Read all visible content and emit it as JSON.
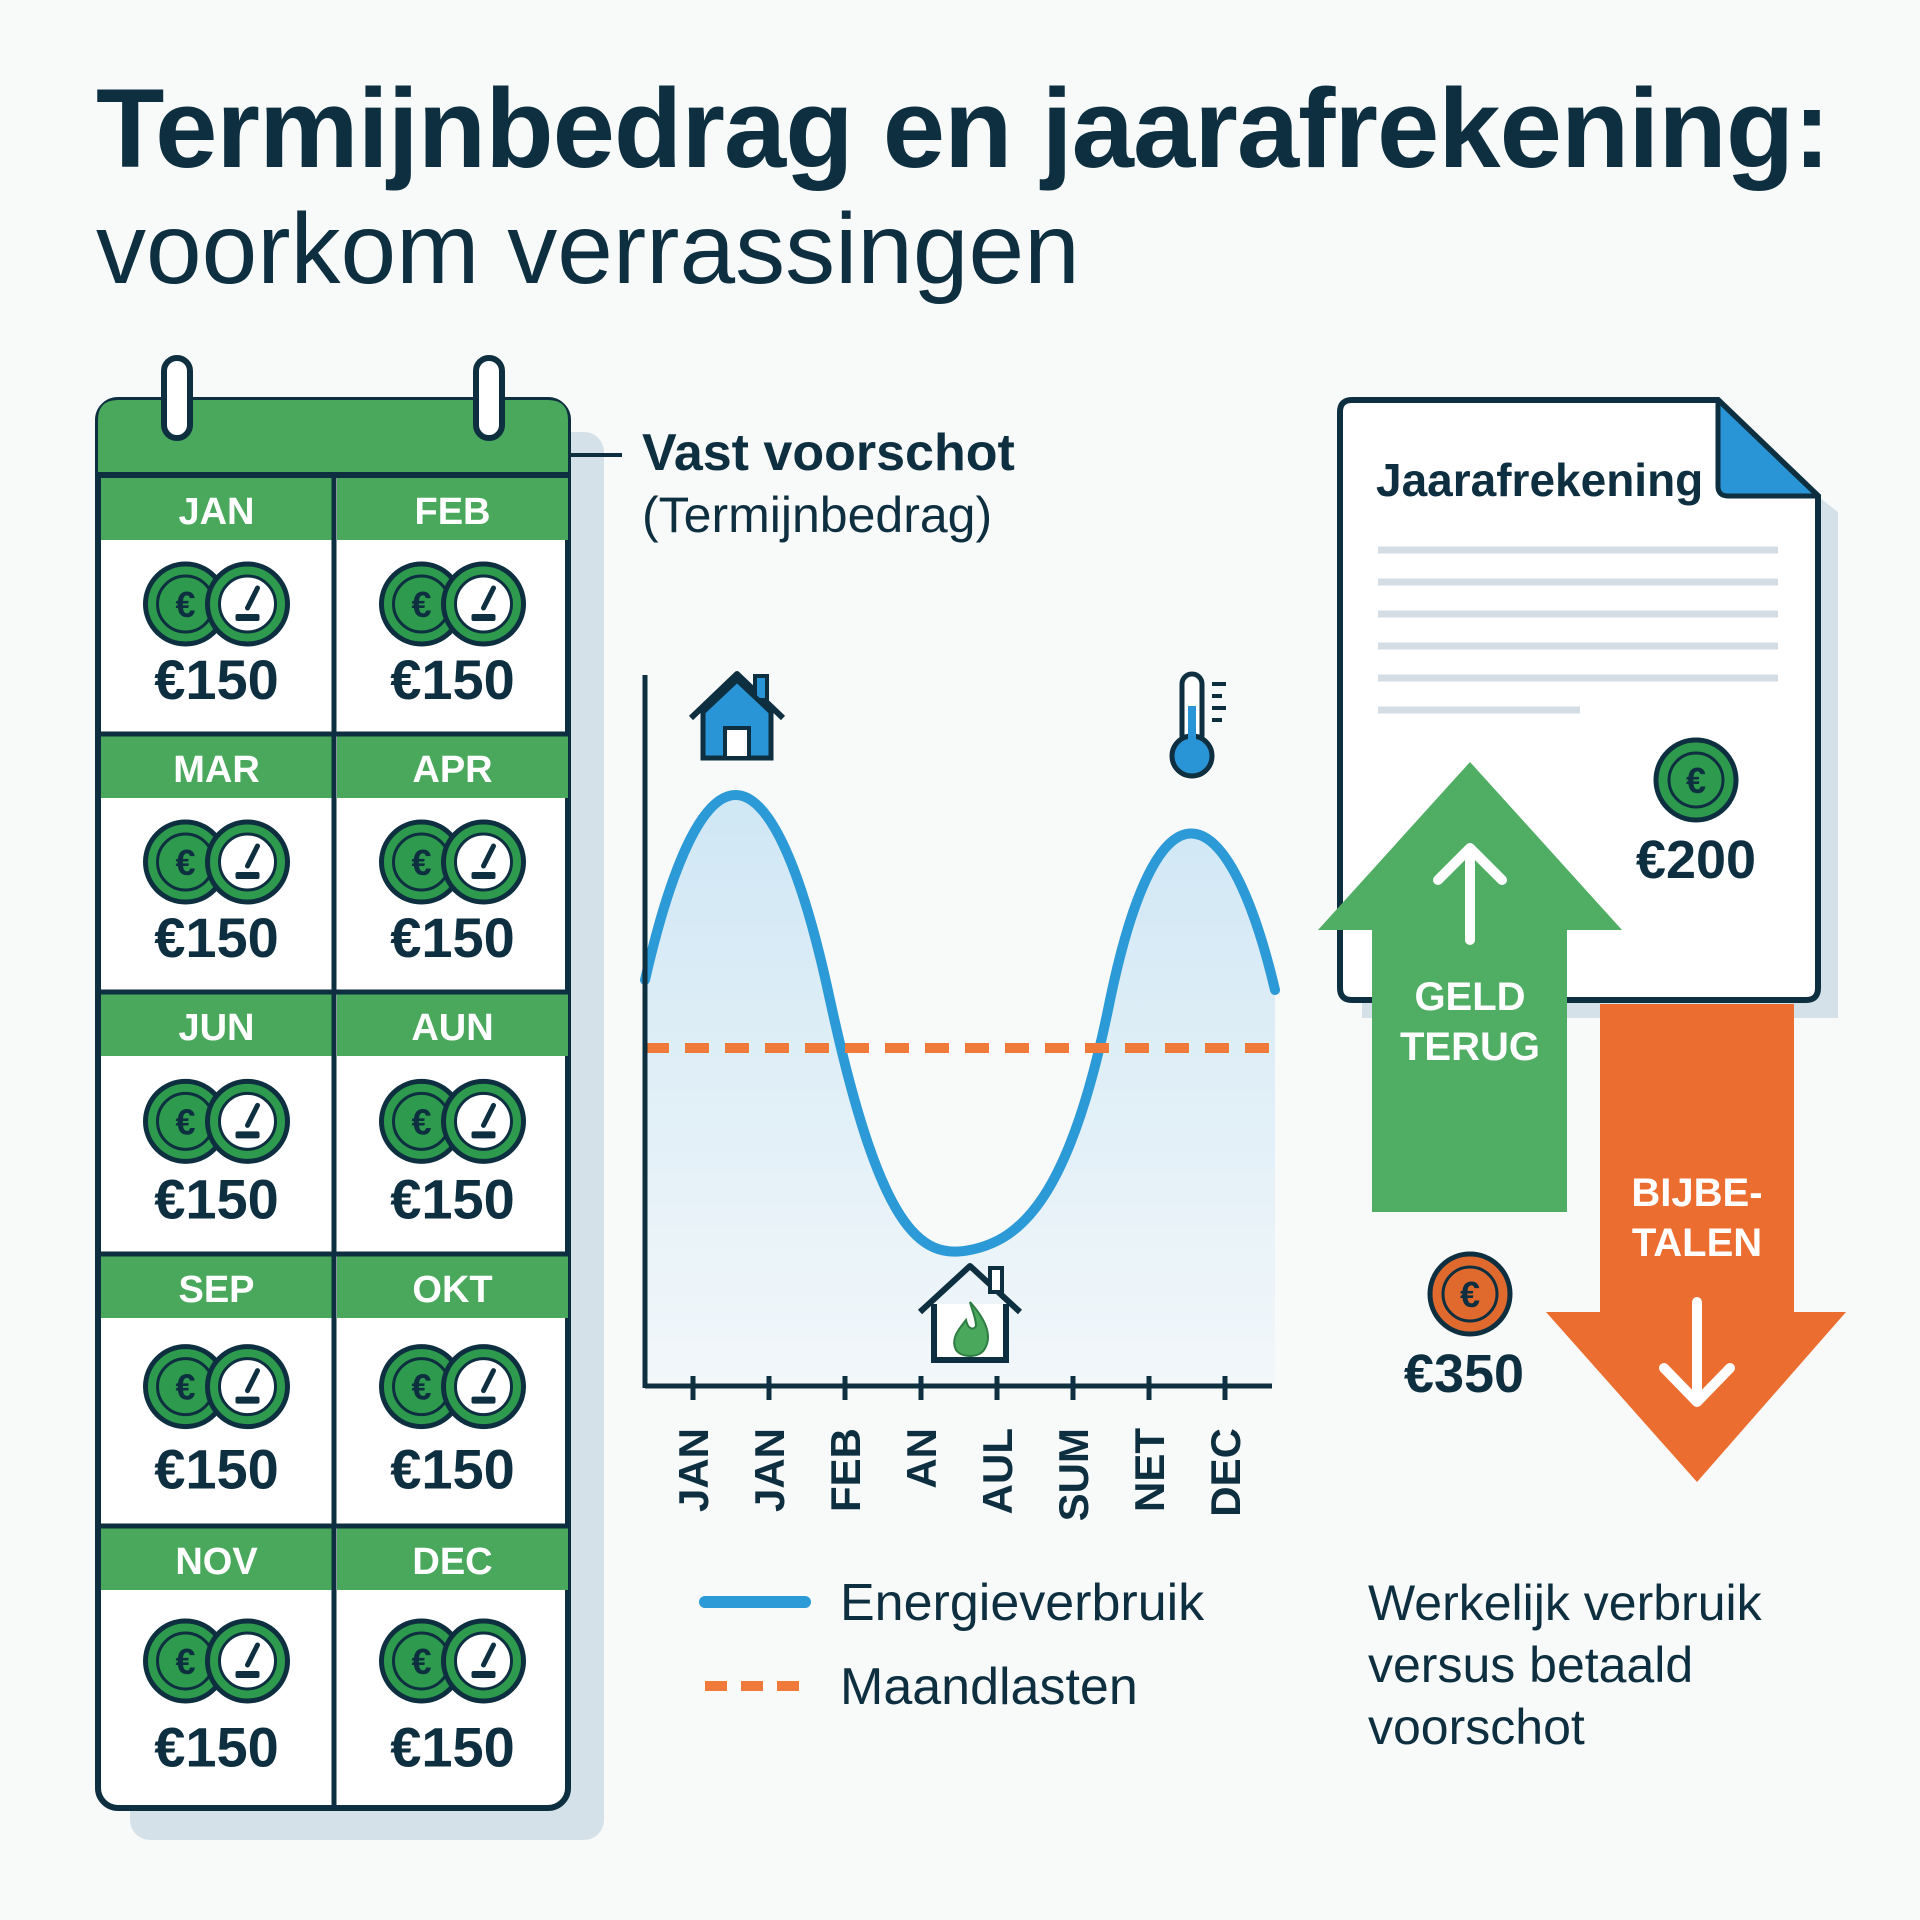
{
  "header": {
    "title_bold": "Termijnbedrag en jaarafrekening:",
    "title_light": "voorkom verrassingen"
  },
  "calendar": {
    "months": [
      {
        "label": "JAN",
        "amount": "€150"
      },
      {
        "label": "FEB",
        "amount": "€150"
      },
      {
        "label": "MAR",
        "amount": "€150"
      },
      {
        "label": "APR",
        "amount": "€150"
      },
      {
        "label": "JUN",
        "amount": "€150"
      },
      {
        "label": "AUN",
        "amount": "€150"
      },
      {
        "label": "SEP",
        "amount": "€150"
      },
      {
        "label": "OKT",
        "amount": "€150"
      },
      {
        "label": "NOV",
        "amount": "€150"
      },
      {
        "label": "DEC",
        "amount": "€150"
      }
    ],
    "icons": [
      "euro-coin-icon",
      "gauge-meter-icon"
    ]
  },
  "callout": {
    "line1": "Vast voorschot",
    "line2": "(Termijnbedrag)"
  },
  "chart": {
    "x_labels": [
      "JAN",
      "JAN",
      "FEB",
      "AN",
      "AUL",
      "SUM",
      "NET",
      "DEC"
    ],
    "icons": [
      "house-icon",
      "thermometer-icon",
      "house-flame-icon"
    ],
    "colors": {
      "usage": "#2b9ad6",
      "advance": "#ef7a3a"
    }
  },
  "legend": {
    "usage_label": "Energieverbruik",
    "advance_label": "Maandlasten"
  },
  "statement": {
    "title": "Jaarafrekening",
    "refund_amount": "€200",
    "extra_amount": "€350",
    "refund_line1": "GELD",
    "refund_line2": "TERUG",
    "extra_line1": "BIJBE-",
    "extra_line2": "TALEN",
    "colors": {
      "refund": "#4fae63",
      "extra": "#ec6d30",
      "doc_corner": "#2a95d6"
    }
  },
  "summary": {
    "line1": "Werkelijk verbruik",
    "line2": "versus betaald",
    "line3": "voorschot"
  }
}
